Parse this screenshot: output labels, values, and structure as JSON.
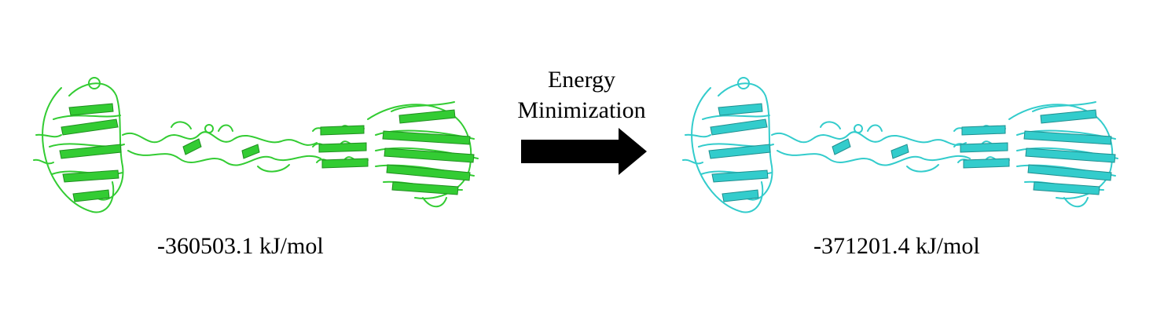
{
  "before": {
    "energy": "-360503.1 kJ/mol",
    "color": "#33cc33"
  },
  "after": {
    "energy": "-371201.4 kJ/mol",
    "color": "#33cccc"
  },
  "process": {
    "line1": "Energy",
    "line2": "Minimization"
  },
  "arrow_color": "#000000"
}
